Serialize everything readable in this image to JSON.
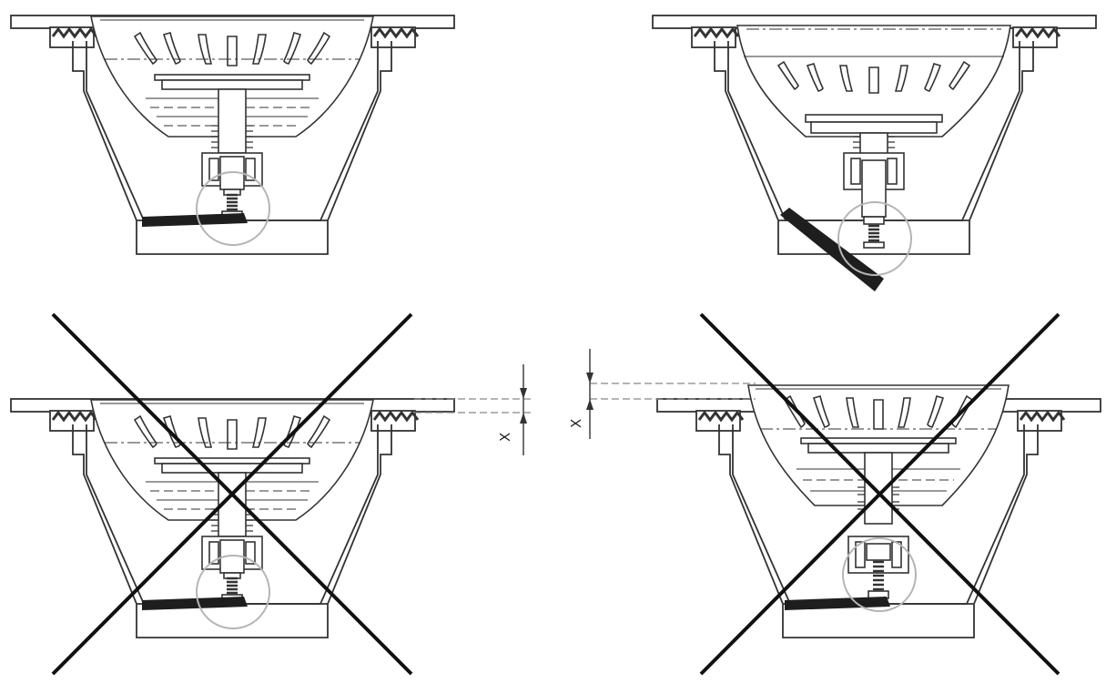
{
  "figure": {
    "panels": [
      {
        "id": "top-left",
        "state": "lowered",
        "lever": "horizontal",
        "crossed_out": false
      },
      {
        "id": "top-right",
        "state": "raised",
        "lever": "angled-down",
        "crossed_out": false
      },
      {
        "id": "bottom-left",
        "state": "lowered",
        "lever": "horizontal",
        "crossed_out": true
      },
      {
        "id": "bottom-right",
        "state": "raised-above-rim",
        "lever": "horizontal",
        "crossed_out": true
      }
    ],
    "dimension_label": "X",
    "colors": {
      "line": "#333333",
      "fill": "#1e1e1e",
      "highlight_circle": "#b5b5b5",
      "cross": "#111111"
    },
    "icons": [
      "cross-out-icon",
      "highlight-circle-icon"
    ]
  }
}
